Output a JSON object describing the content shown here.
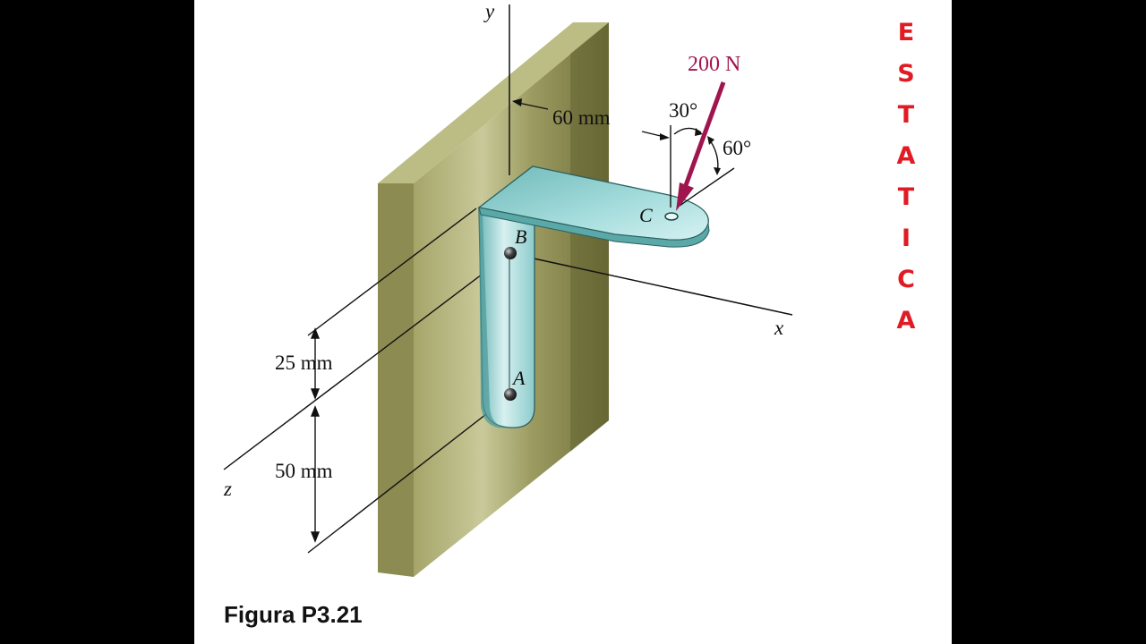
{
  "figure": {
    "caption": "Figura P3.21",
    "side_title_letters": [
      "E",
      "S",
      "T",
      "A",
      "T",
      "I",
      "C",
      "A"
    ],
    "labels": {
      "axis_y": "y",
      "axis_x": "x",
      "axis_z": "z",
      "point_a": "A",
      "point_b": "B",
      "point_c": "C",
      "force": "200 N",
      "angle_30": "30°",
      "angle_60": "60°",
      "dim_60mm": "60 mm",
      "dim_25mm": "25 mm",
      "dim_50mm": "50 mm"
    },
    "colors": {
      "wall_front": "#8a8a4c",
      "wall_side": "#6b6b35",
      "bracket": "#8fcfcf",
      "force_arrow": "#a0154e",
      "side_title": "#e01b24",
      "background": "#ffffff",
      "letterbox": "#000000"
    }
  }
}
